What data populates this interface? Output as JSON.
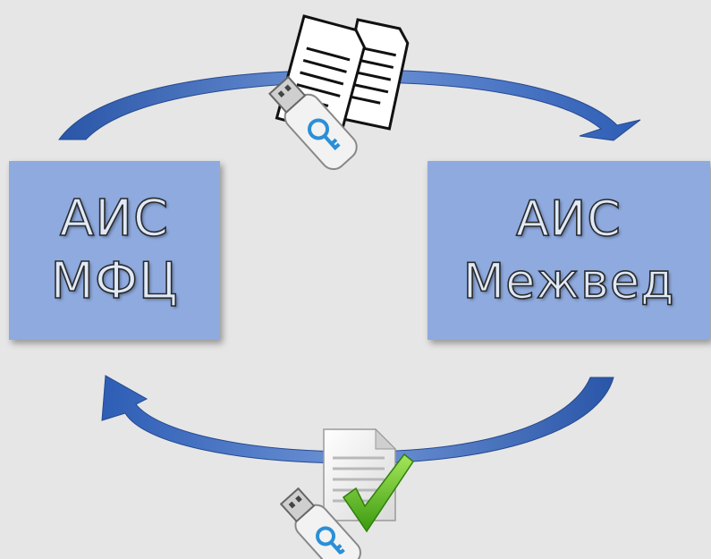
{
  "left_box": {
    "line1": "АИС",
    "line2": "МФЦ"
  },
  "right_box": {
    "line1": "АИС",
    "line2": "Межвед"
  },
  "colors": {
    "arrow": "#2d5db5",
    "arrow_light": "#6f94d6",
    "box": "#8eaadf",
    "background": "#e6e6e6",
    "check": "#5cbf1a"
  },
  "icons": [
    "documents-icon",
    "usb-key-icon",
    "signed-document-icon",
    "checkmark-icon"
  ]
}
